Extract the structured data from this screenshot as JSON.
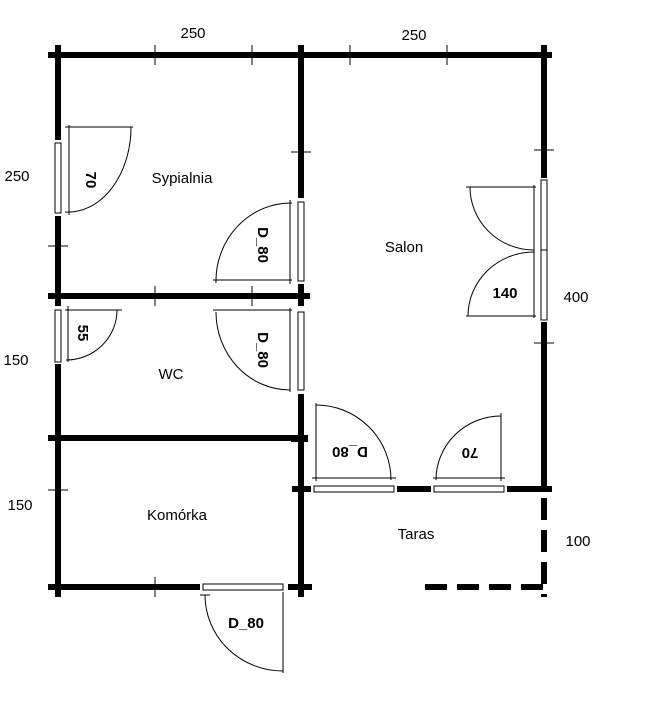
{
  "dimensions": {
    "top_left": "250",
    "top_right": "250",
    "left_sypialnia": "250",
    "left_wc": "150",
    "left_komorka": "150",
    "right_salon": "400",
    "right_taras": "100"
  },
  "rooms": {
    "sypialnia": "Sypialnia",
    "salon": "Salon",
    "wc": "WC",
    "komorka": "Komórka",
    "taras": "Taras"
  },
  "doors": {
    "sypialnia_window": "70",
    "sypialnia_door": "D_80",
    "wc_window": "55",
    "wc_door": "D_80",
    "salon_double": "140",
    "salon_taras_door": "D_80",
    "salon_taras_window": "70",
    "komorka_door": "D_80"
  }
}
